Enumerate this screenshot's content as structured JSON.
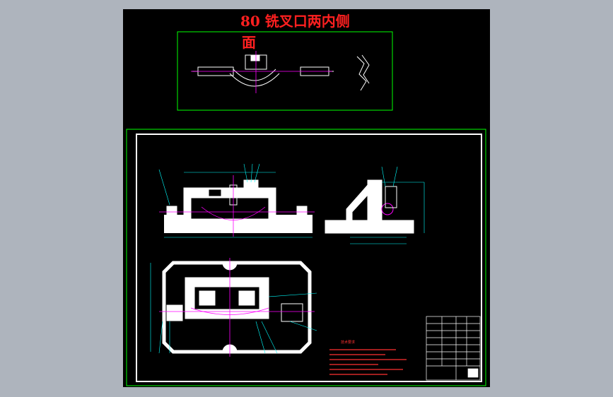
{
  "viewer": {
    "title_line1": "80 铣叉口两内侧",
    "title_line2": "面"
  },
  "colors": {
    "background": "#aeb4bd",
    "canvas": "#000000",
    "frame": "#00ff00",
    "drawing": "#ffffff",
    "dimension": "#00ffff",
    "center_line": "#ff00ff",
    "title_text": "#ff2020"
  },
  "drawing": {
    "notes_title": "技术要求"
  }
}
